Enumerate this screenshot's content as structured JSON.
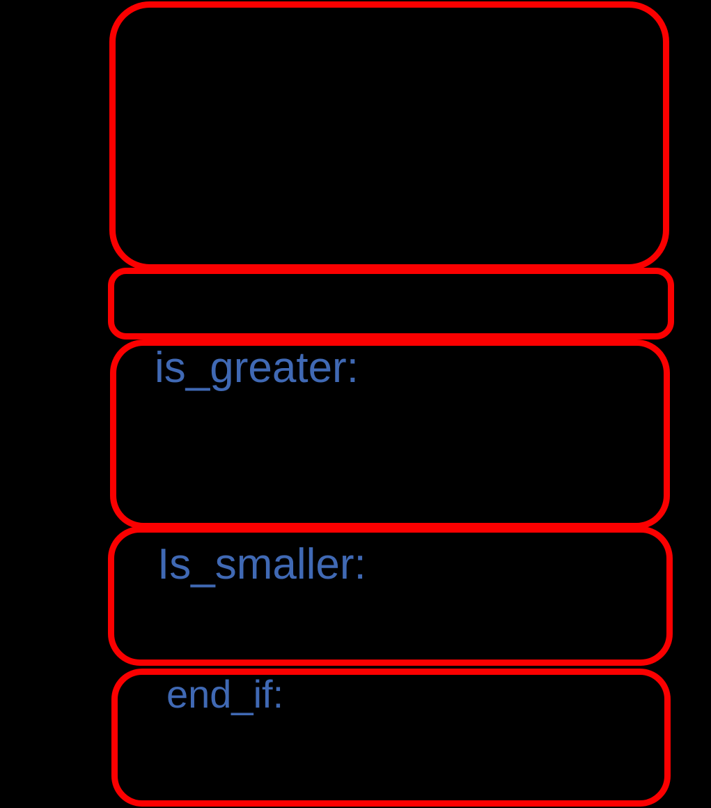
{
  "figure": {
    "background_color": "#000000",
    "box_stroke_color": "#fb0000",
    "label_text_color": "#4069b4"
  },
  "blocks": [
    {
      "label": null
    },
    {
      "label": null
    },
    {
      "label": "is_greater:"
    },
    {
      "label": "Is_smaller:"
    },
    {
      "label": "end_if:"
    }
  ]
}
